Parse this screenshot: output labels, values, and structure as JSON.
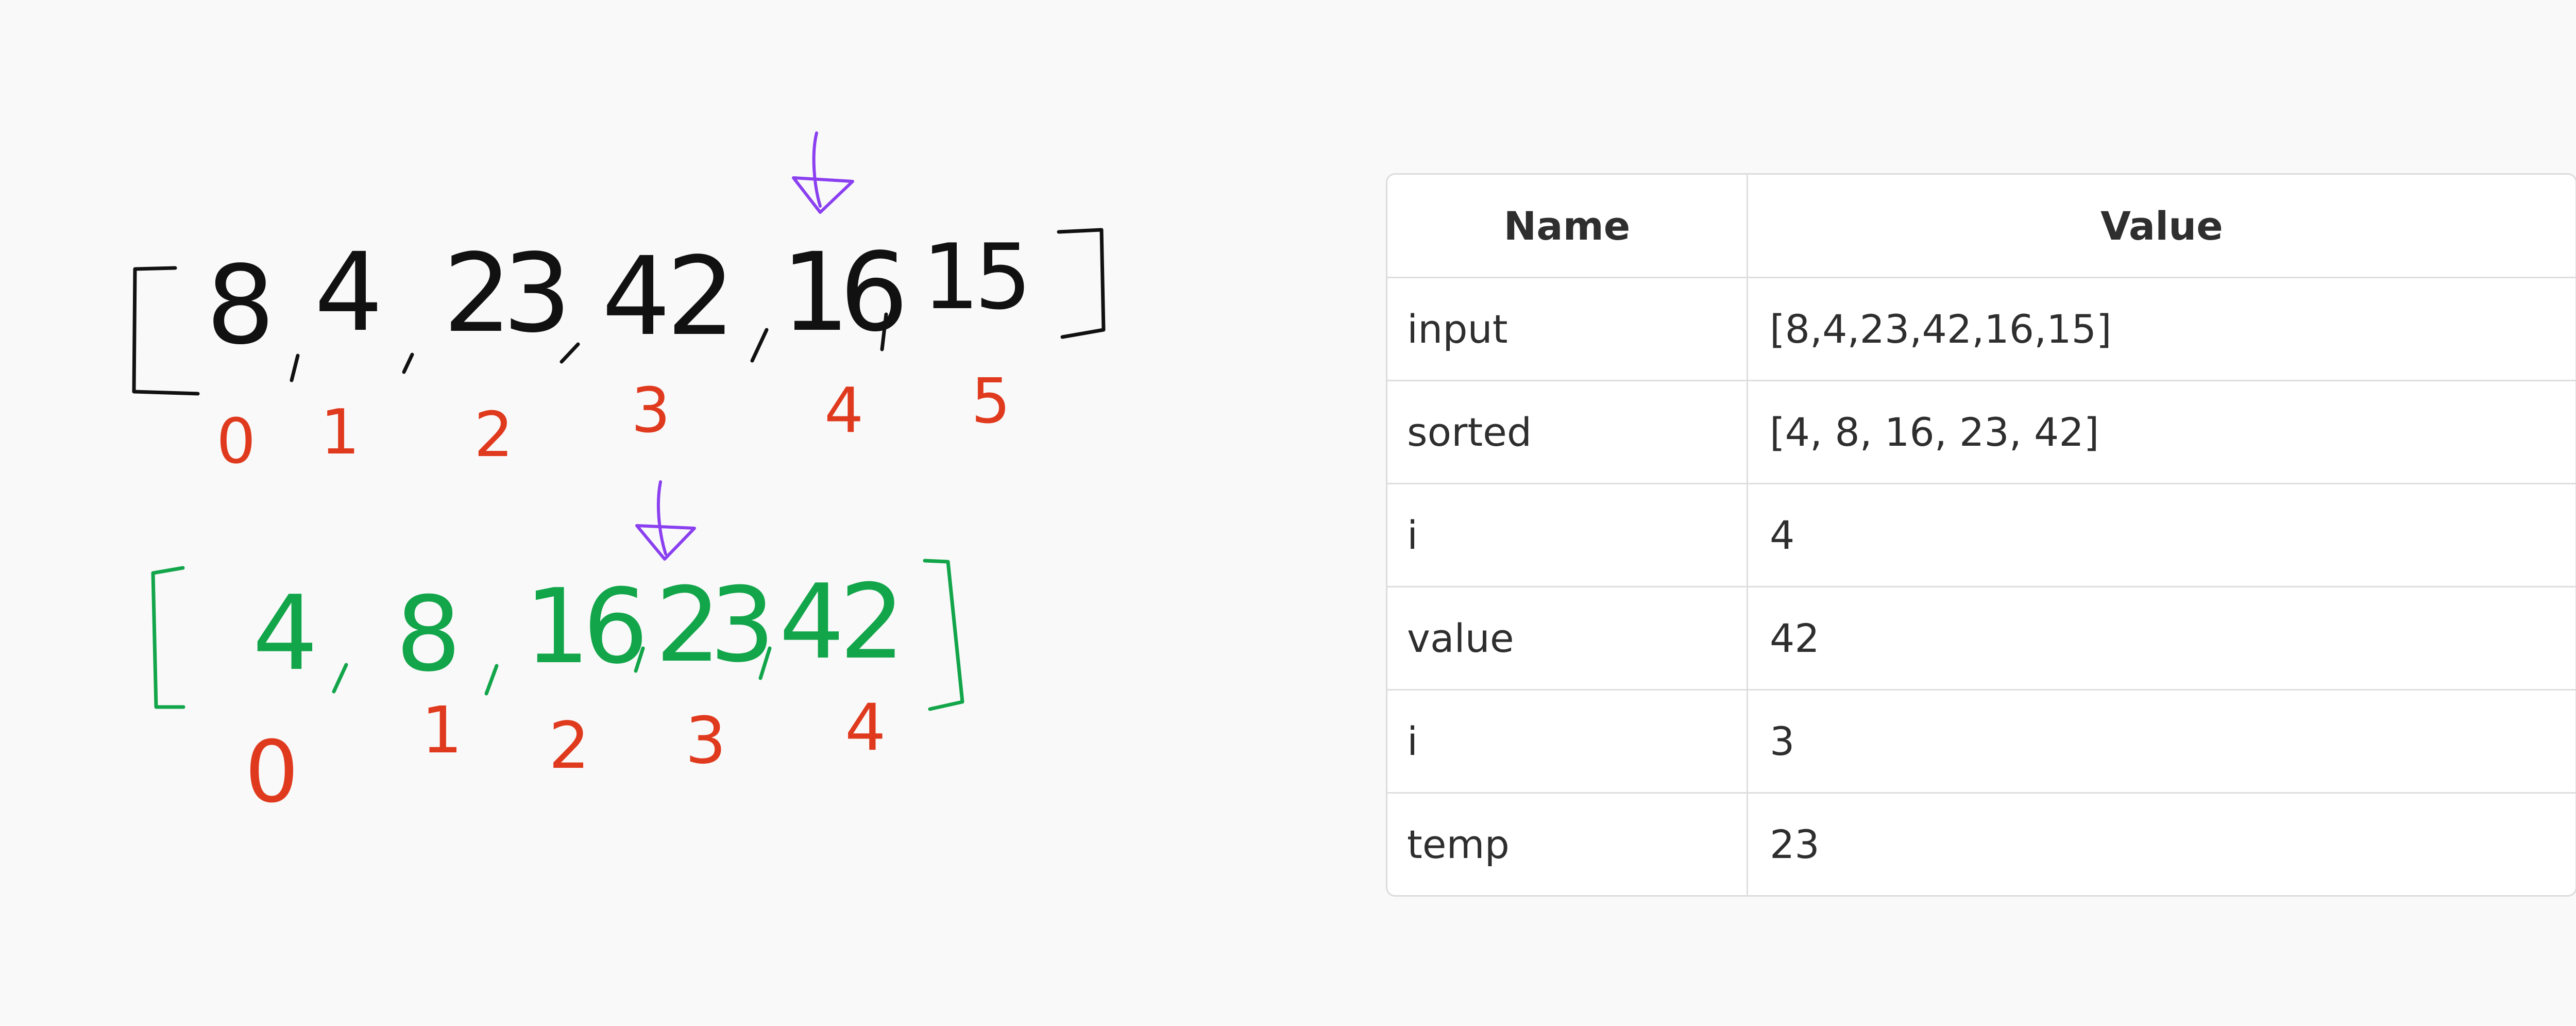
{
  "diagram": {
    "colors": {
      "ink": "#111111",
      "index": "#e03a1e",
      "sorted": "#12a54a",
      "pointer": "#8a3ff0"
    },
    "input_array": {
      "open": "[",
      "close": "]",
      "elements": [
        "8",
        "4",
        "23",
        "42",
        "16",
        "15"
      ],
      "indices": [
        "0",
        "1",
        "2",
        "3",
        "4",
        "5"
      ],
      "pointer_at": 4
    },
    "sorted_array": {
      "open": "[",
      "close": "]",
      "elements": [
        "4",
        "8",
        "16",
        "23",
        "42"
      ],
      "indices": [
        "0",
        "1",
        "2",
        "3",
        "4"
      ],
      "pointer_at": 3
    }
  },
  "variables_table": {
    "headers": {
      "name": "Name",
      "value": "Value"
    },
    "rows": [
      {
        "name": "input",
        "value": "[8,4,23,42,16,15]"
      },
      {
        "name": "sorted",
        "value": "[4, 8, 16, 23, 42]"
      },
      {
        "name": "i",
        "value": "4"
      },
      {
        "name": "value",
        "value": "42"
      },
      {
        "name": "i",
        "value": "3"
      },
      {
        "name": "temp",
        "value": "23"
      }
    ]
  }
}
